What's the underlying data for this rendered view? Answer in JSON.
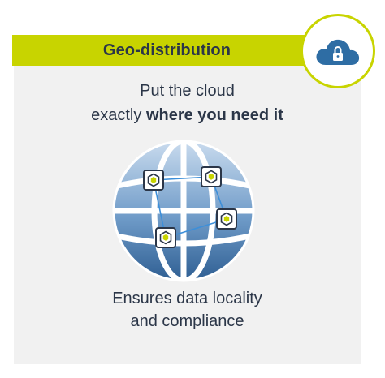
{
  "header": {
    "title": "Geo-distribution"
  },
  "badge": {
    "icon": "cloud-lock-icon",
    "color": "#2e6da4"
  },
  "headline": {
    "line1": "Put the cloud",
    "line2_prefix": "exactly",
    "line2_bold": "where you need it"
  },
  "globe": {
    "icon": "globe-icon",
    "node_icon": "hexagon-node-icon",
    "node_count": 4
  },
  "footer": {
    "line1": "Ensures data locality",
    "line2": "and compliance"
  },
  "colors": {
    "accent": "#c8d400",
    "text": "#2b3648",
    "card_bg": "#f1f1f1",
    "globe_light": "#c9dbee",
    "globe_dark": "#2f5f93"
  }
}
